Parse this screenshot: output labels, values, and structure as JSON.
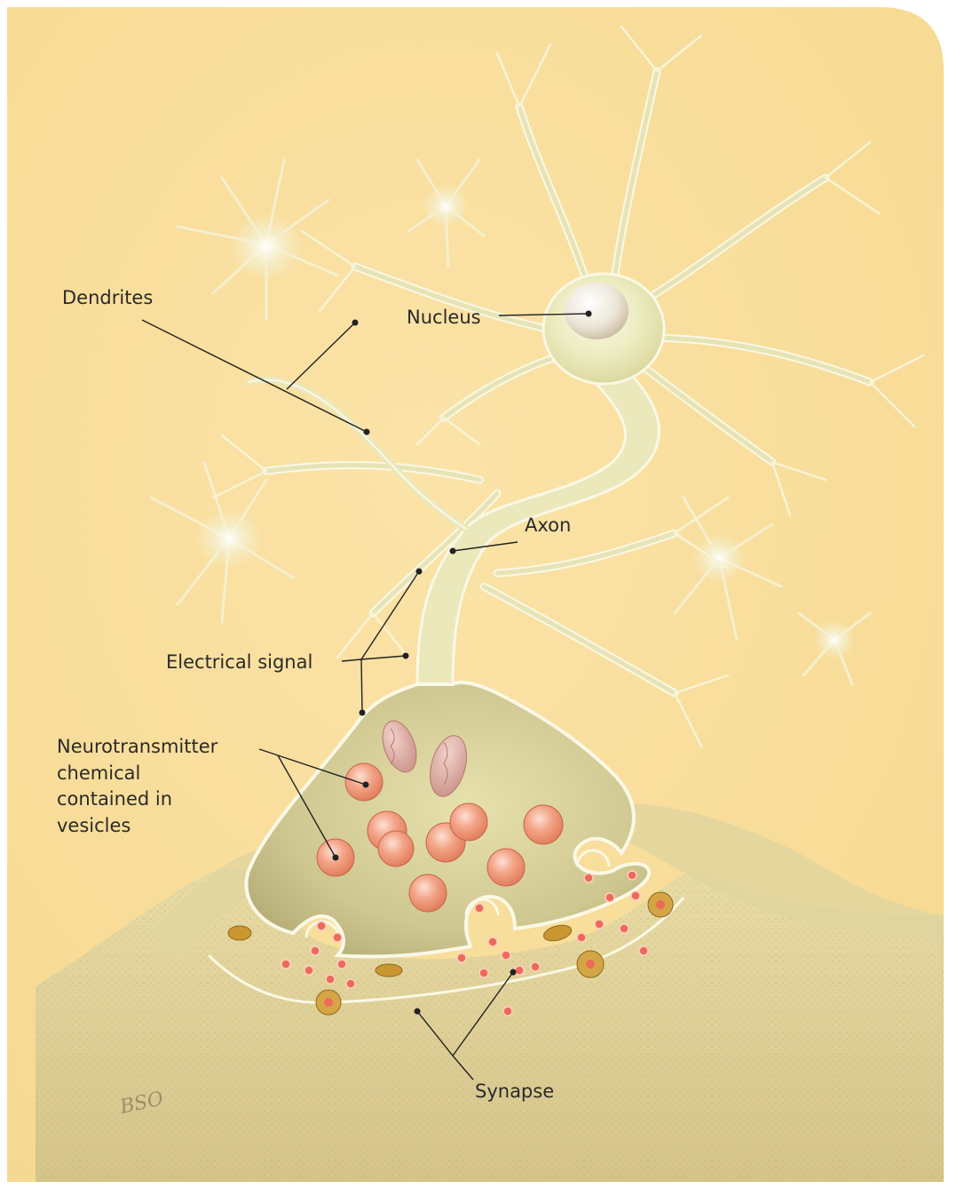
{
  "diagram": {
    "labels": {
      "dendrites": "Dendrites",
      "nucleus": "Nucleus",
      "axon": "Axon",
      "electrical_signal": "Electrical signal",
      "neurotransmitter": [
        "Neurotransmitter",
        "chemical",
        "contained in",
        "vesicles"
      ],
      "synapse": "Synapse"
    },
    "signature": "BSO",
    "colors": {
      "background": "#f9dd9c",
      "neuron": "#eeeab0",
      "neuron_outline": "#faf7dc",
      "terminal_interior": "#d7d09a",
      "vesicle": "#f0947a",
      "vesicle_highlight": "#fbd1c2",
      "mitochondria": "#d9a8a0",
      "postsynaptic": "#e3d49c",
      "ink": "#222222"
    }
  }
}
